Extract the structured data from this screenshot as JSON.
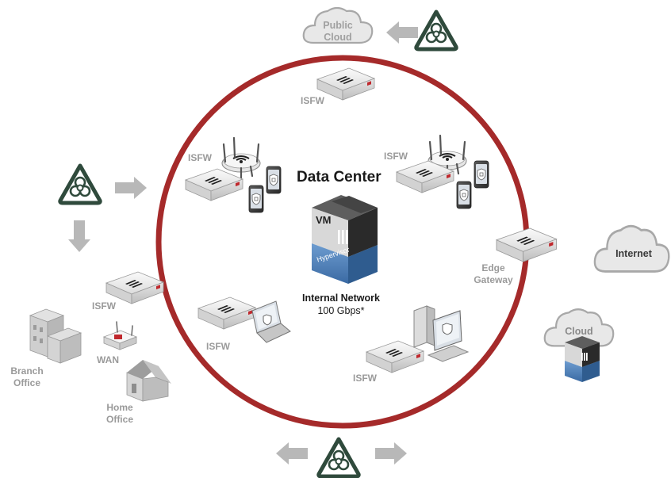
{
  "data_center": {
    "title": "Data Center",
    "network_label": "Internal Network",
    "network_speed": "100 Gbps*",
    "vm_label": "VM",
    "hypervisor_label": "Hypervisor"
  },
  "labels": {
    "isfw": "ISFW",
    "edge_gateway": [
      "Edge",
      "Gateway"
    ],
    "wan": "WAN",
    "branch_office": [
      "Branch",
      "Office"
    ],
    "home_office": [
      "Home",
      "Office"
    ]
  },
  "clouds": {
    "public_cloud": [
      "Public",
      "Cloud"
    ],
    "internet": "Internet",
    "cloud": "Cloud"
  },
  "colors": {
    "circle_border": "#a52a2a",
    "threat_green": "#2f4a3c",
    "arrow_gray": "#b8b8b8",
    "cloud_fill": "#e8e8e8",
    "hypervisor_blue": "#4d7db5"
  }
}
